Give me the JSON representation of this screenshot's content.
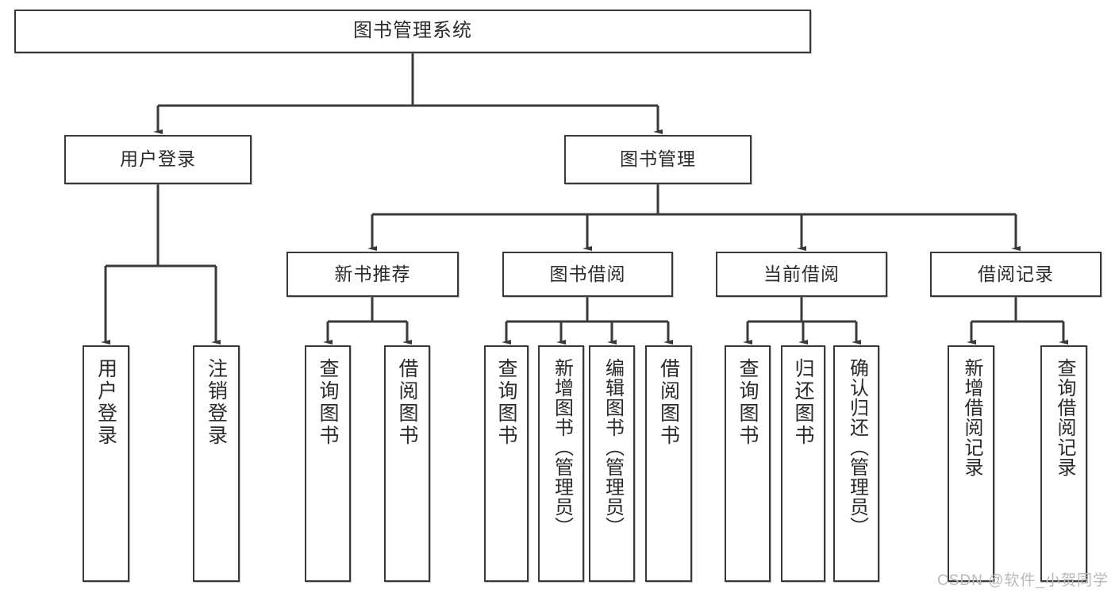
{
  "diagram": {
    "type": "tree-hierarchy",
    "title": "图书管理系统",
    "colors": {
      "stroke": "#3a3a3a",
      "fill": "#ffffff",
      "text": "#2b2b2b",
      "watermark": "#b9b9b9"
    }
  },
  "nodes": {
    "root": {
      "label": "图书管理系统"
    },
    "level1": [
      {
        "id": "user-login",
        "label": "用户登录"
      },
      {
        "id": "book-management",
        "label": "图书管理"
      }
    ],
    "level2": [
      {
        "id": "new-book-recommend",
        "label": "新书推荐"
      },
      {
        "id": "book-borrow",
        "label": "图书借阅"
      },
      {
        "id": "current-borrow",
        "label": "当前借阅"
      },
      {
        "id": "borrow-record",
        "label": "借阅记录"
      }
    ],
    "leaves": {
      "user_login": [
        {
          "id": "leaf-user-login",
          "label": "用户登录"
        },
        {
          "id": "leaf-logout-login",
          "label": "注销登录"
        }
      ],
      "new_book_recommend": [
        {
          "id": "leaf-query-book-1",
          "label": "查询图书"
        },
        {
          "id": "leaf-borrow-book-1",
          "label": "借阅图书"
        }
      ],
      "book_borrow": [
        {
          "id": "leaf-query-book-2",
          "label": "查询图书"
        },
        {
          "id": "leaf-add-book",
          "label": "新增图书（管理员）"
        },
        {
          "id": "leaf-edit-book",
          "label": "编辑图书（管理员）"
        },
        {
          "id": "leaf-borrow-book-2",
          "label": "借阅图书"
        }
      ],
      "current_borrow": [
        {
          "id": "leaf-query-book-3",
          "label": "查询图书"
        },
        {
          "id": "leaf-return-book",
          "label": "归还图书"
        },
        {
          "id": "leaf-confirm-return",
          "label": "确认归还（管理员）"
        }
      ],
      "borrow_record": [
        {
          "id": "leaf-add-record",
          "label": "新增借阅记录"
        },
        {
          "id": "leaf-query-record",
          "label": "查询借阅记录"
        }
      ]
    }
  },
  "watermark": {
    "text": "CSDN @软件_小贺同学"
  }
}
